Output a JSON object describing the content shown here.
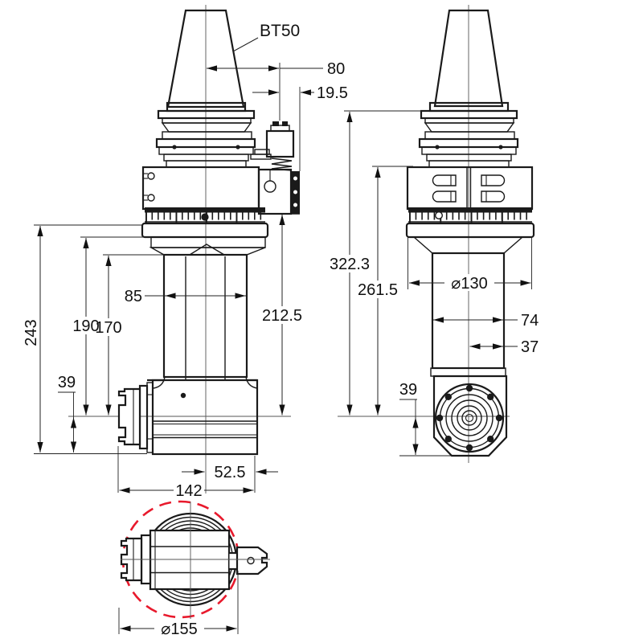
{
  "drawing": {
    "taper_label": "BT50",
    "dims": {
      "spindle_offset": "80",
      "stop_block_width": "19.5",
      "block_to_spindle": "212.5",
      "gauge_to_spindle": "322.3",
      "flange_to_spindle": "261.5",
      "body_dia": "⌀130",
      "neck_width": "85",
      "upper_shoulder": "190",
      "lower_shoulder": "170",
      "overall_height": "243",
      "spindle_to_bottom_front": "39",
      "head_depth": "74",
      "spindle_to_side": "37",
      "spindle_to_bottom_side": "39",
      "center_to_face": "52.5",
      "head_length": "142",
      "swing_dia": "⌀155"
    },
    "colors": {
      "ink": "#1a1a1a",
      "swing_circle": "#e8192c"
    }
  }
}
